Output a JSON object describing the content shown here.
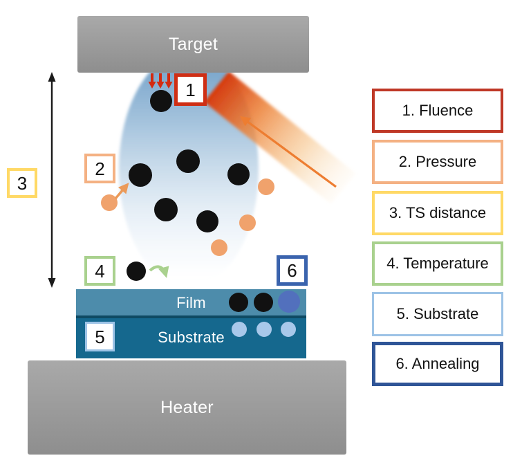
{
  "diagram": {
    "target_label": "Target",
    "heater_label": "Heater",
    "film_label": "Film",
    "substrate_label": "Substrate",
    "markers": [
      {
        "label": "1",
        "meaning": "Fluence"
      },
      {
        "label": "2",
        "meaning": "Pressure"
      },
      {
        "label": "3",
        "meaning": "TS distance"
      },
      {
        "label": "4",
        "meaning": "Temperature"
      },
      {
        "label": "5",
        "meaning": "Substrate"
      },
      {
        "label": "6",
        "meaning": "Annealing"
      }
    ]
  },
  "legend": {
    "items": [
      {
        "label": "1. Fluence"
      },
      {
        "label": "2. Pressure"
      },
      {
        "label": "3. TS distance"
      },
      {
        "label": "4. Temperature"
      },
      {
        "label": "5. Substrate"
      },
      {
        "label": "6. Annealing"
      }
    ]
  },
  "icons": {
    "ablation_arrows_icon": "↓↓↓",
    "ts_distance_arrow_icon": "↕",
    "pressure_arrow_icon": "↗",
    "laser_direction_arrow_icon": "↖",
    "deposition_arrow_icon": "↷"
  },
  "colors": {
    "marker_red": "#cf2e14",
    "legend_red": "#bf3826",
    "orange_border": "#f4b183",
    "yellow_border": "#ffd966",
    "green_border": "#a9d18e",
    "light_blue_border": "#9dc3e6",
    "dark_blue_border": "#2f5597",
    "gray_block": "#9c9c9c",
    "film_blue": "#4d8cab",
    "substrate_blue": "#15688e",
    "plume_blue": "#6d9dc6",
    "laser_red": "#d63a0e",
    "laser_arrow_orange": "#ed7d31",
    "gas_orange": "#f0a26c",
    "annealed_particle_blue": "#5270bd",
    "substrate_particle_blue": "#a8c8ea",
    "particle_black": "#111111"
  }
}
